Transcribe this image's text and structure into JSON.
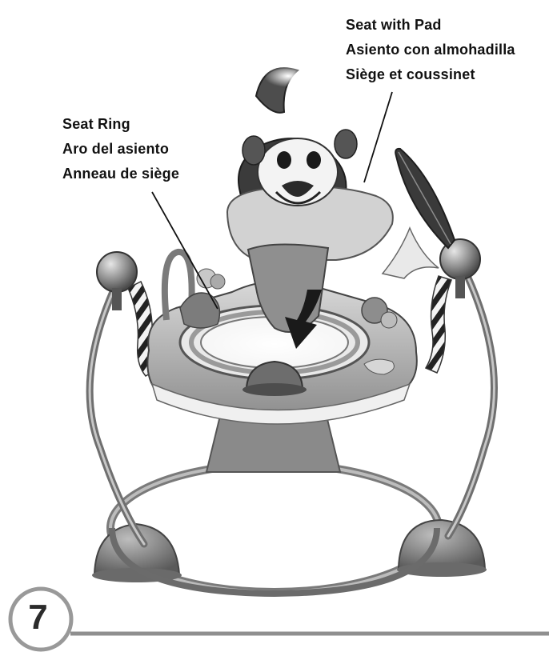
{
  "labels": {
    "seat_with_pad": {
      "en": "Seat with Pad",
      "es": "Asiento con almohadilla",
      "fr": "Siège et coussinet"
    },
    "seat_ring": {
      "en": "Seat Ring",
      "es": "Aro del asiento",
      "fr": "Anneau de siège"
    }
  },
  "step": {
    "number": "7"
  }
}
